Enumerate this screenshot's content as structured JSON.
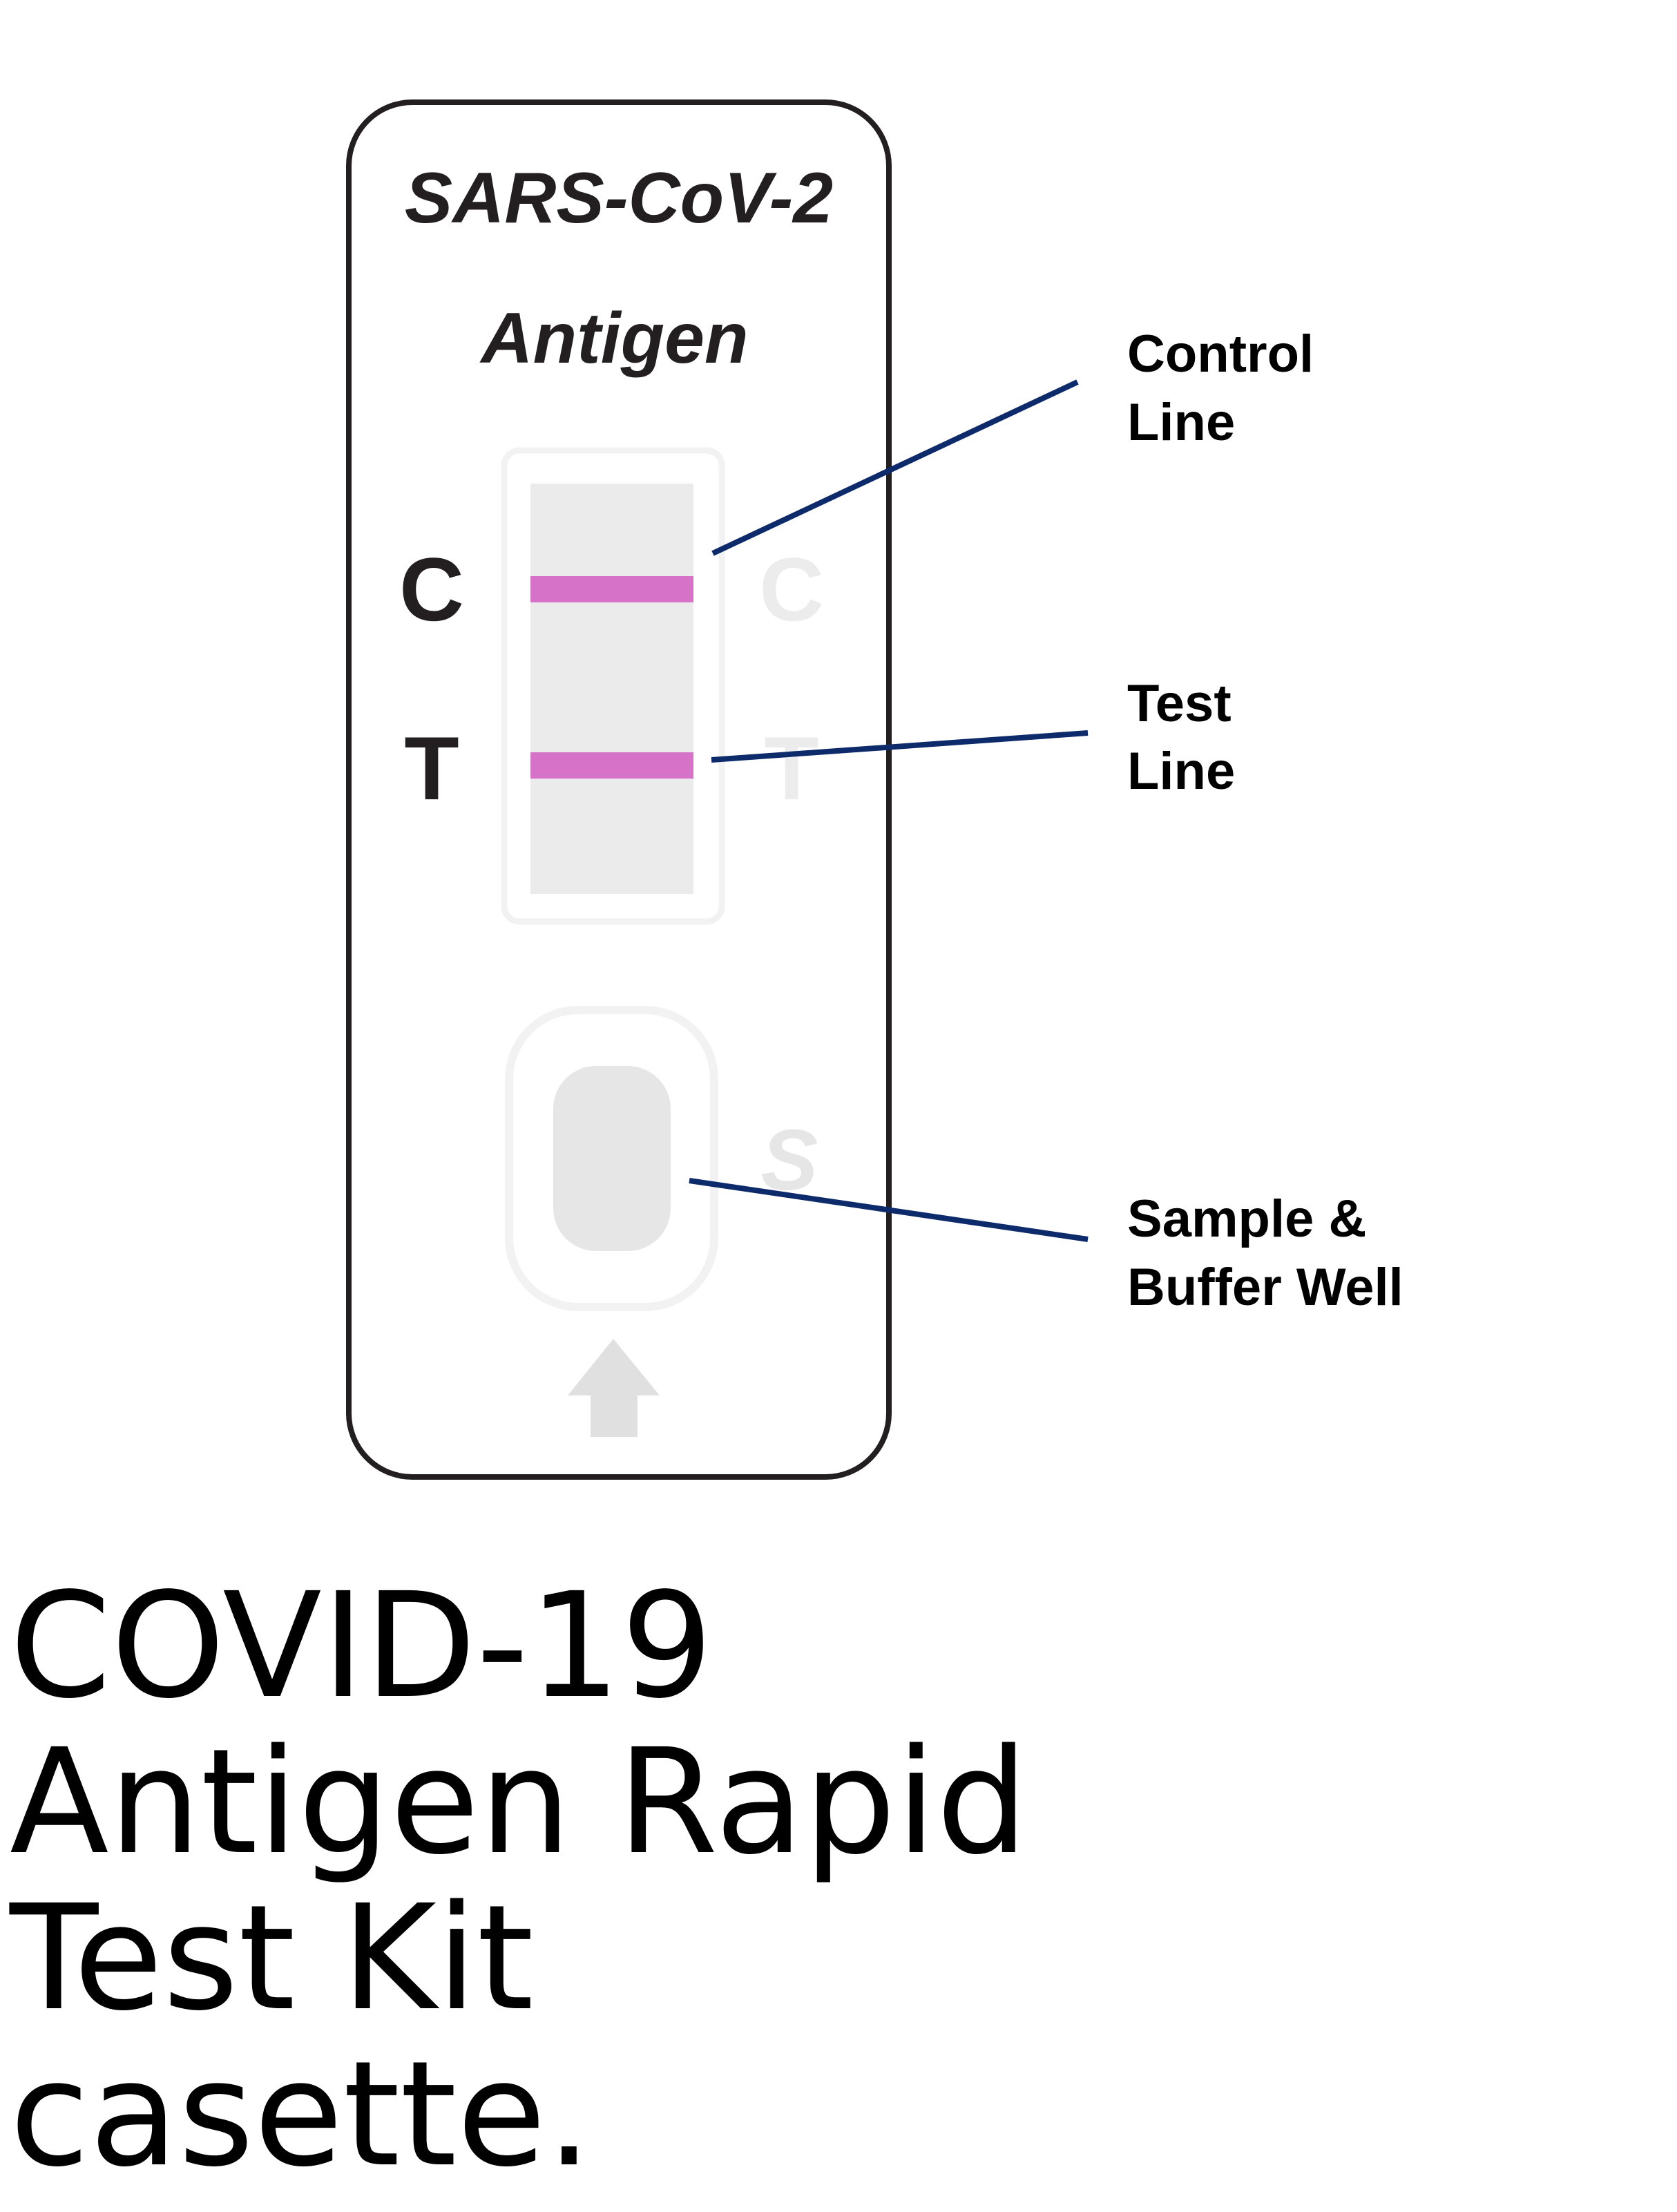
{
  "cassette": {
    "title_line1": "SARS-CoV-2",
    "title_line2": "Antigen",
    "label_c": "C",
    "label_t": "T",
    "faint_c": "C",
    "faint_t": "T",
    "faint_s": "S",
    "line_color": "#d673c8",
    "outline_color": "#231f20",
    "pointer_color": "#0d2a6b"
  },
  "callouts": {
    "control": {
      "line1": "Control",
      "line2": "Line"
    },
    "test": {
      "line1": "Test",
      "line2": "Line"
    },
    "sample": {
      "line1": "Sample &",
      "line2": "Buffer Well"
    }
  },
  "caption": {
    "line1": "COVID-19",
    "line2": "Antigen Rapid",
    "line3": "Test Kit",
    "line4": "casette."
  }
}
